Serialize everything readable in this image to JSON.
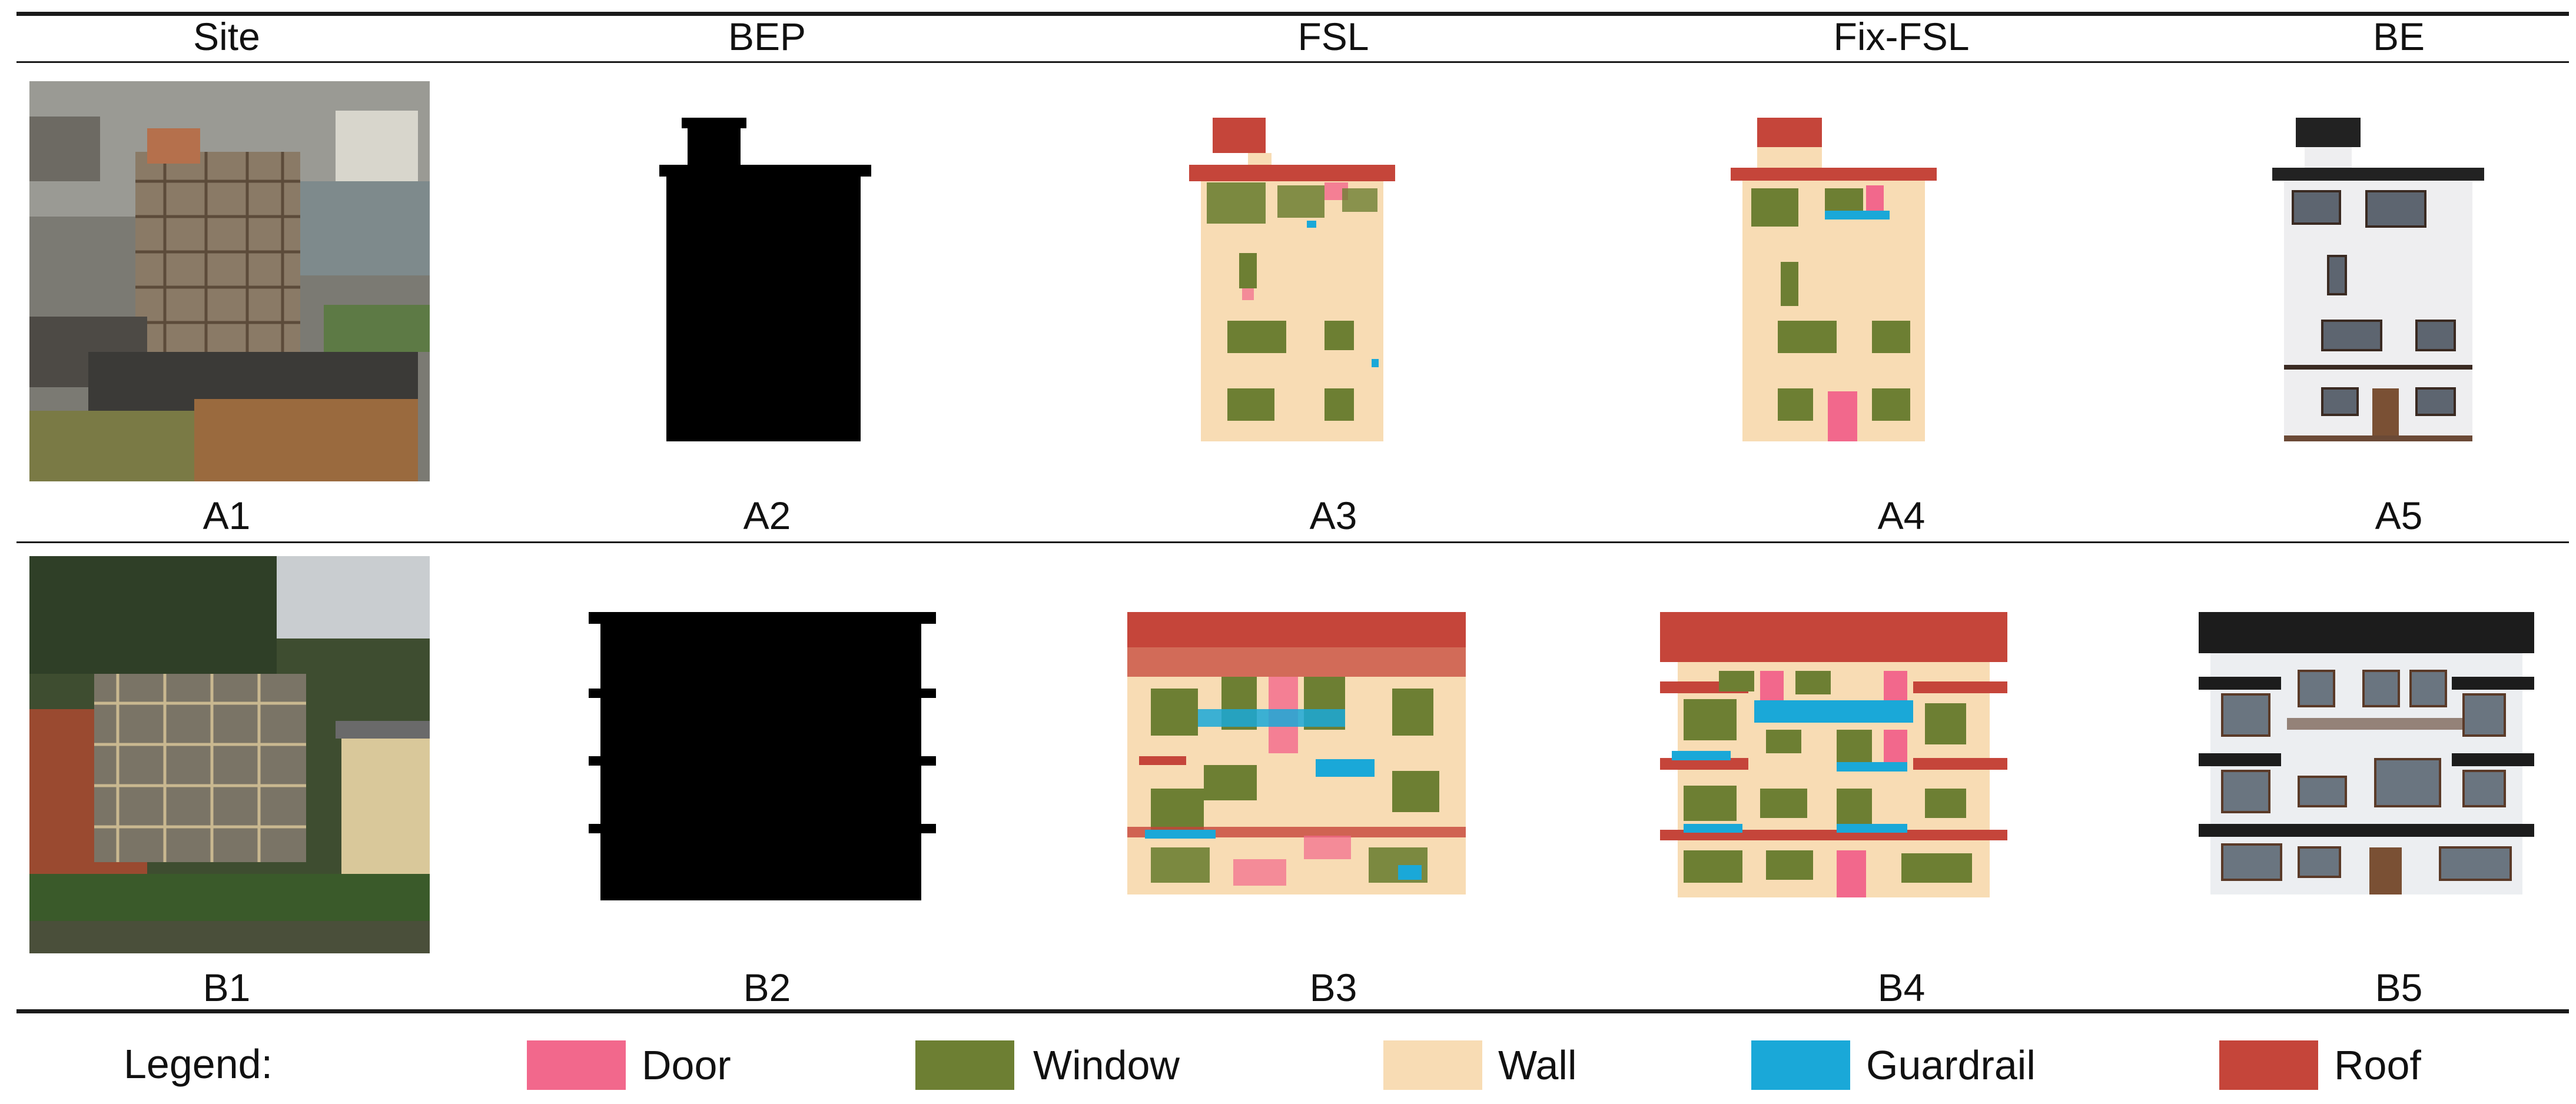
{
  "columns": [
    "Site",
    "BEP",
    "FSL",
    "Fix-FSL",
    "BE"
  ],
  "rows": [
    {
      "labels": [
        "A1",
        "A2",
        "A3",
        "A4",
        "A5"
      ]
    },
    {
      "labels": [
        "B1",
        "B2",
        "B3",
        "B4",
        "B5"
      ]
    }
  ],
  "legend": {
    "title": "Legend:",
    "items": [
      {
        "label": "Door",
        "color": "#f2688c"
      },
      {
        "label": "Window",
        "color": "#6d7f33"
      },
      {
        "label": "Wall",
        "color": "#f8dcb4"
      },
      {
        "label": "Guardrail",
        "color": "#1aa8d8"
      },
      {
        "label": "Roof",
        "color": "#c5453a"
      }
    ]
  },
  "colors": {
    "door": "#f2688c",
    "window": "#6d7f33",
    "wall": "#f8dcb4",
    "guardrail": "#1aa8d8",
    "roof": "#c5453a",
    "rule": "#1a1a1a"
  }
}
